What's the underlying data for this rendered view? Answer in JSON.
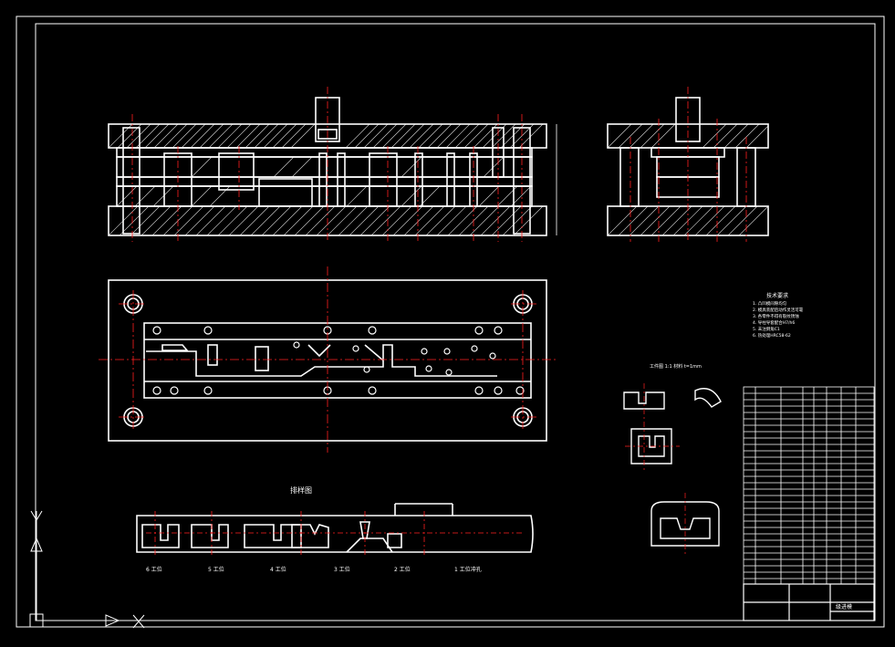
{
  "drawing": {
    "background": "#000000",
    "line_color": "#ffffff",
    "center_line_color": "#ff2020",
    "dimension_color": "#ffffff"
  },
  "strip_layout": {
    "station_labels": [
      "6 工位",
      "5 工位",
      "4 工位",
      "3 工位",
      "2 工位",
      "1 工位冲孔"
    ],
    "title": "排样图"
  },
  "technical_notes": {
    "title": "技术要求",
    "lines": [
      "1. 凸凹模间隙均匀",
      "2. 模具装配后动作灵活可靠",
      "3. 各零件不得有裂纹锈蚀",
      "4. 导柱导套配合H7/h6",
      "5. 未注倒角C1",
      "6. 热处理HRC58-62"
    ]
  },
  "part_view": {
    "title": "工件图 1:1 材料 t=1mm"
  },
  "title_block": {
    "label": "级进模"
  }
}
